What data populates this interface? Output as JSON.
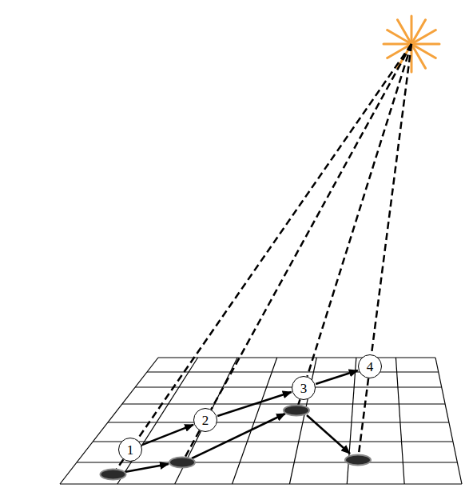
{
  "diagram": {
    "nodes": [
      {
        "text": [
          "1"
        ]
      },
      {
        "text": [
          "2"
        ]
      },
      {
        "text": [
          "3"
        ]
      },
      {
        "text": [
          "4"
        ]
      }
    ],
    "edges": [
      {
        "from": 0,
        "to": 1,
        "arrow": "to"
      },
      {
        "from": 1,
        "to": 2,
        "arrow": "to"
      },
      {
        "from": 2,
        "to": 3,
        "arrow": "to"
      }
    ]
  }
}
